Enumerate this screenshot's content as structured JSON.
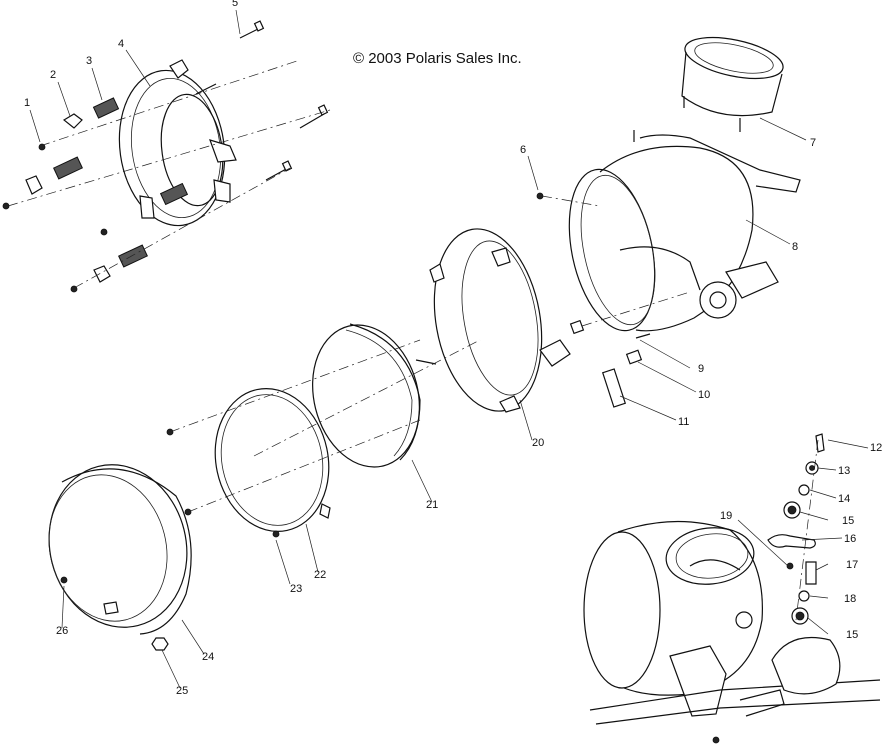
{
  "copyright": "© 2003 Polaris Sales Inc.",
  "callouts": {
    "c1": "1",
    "c2": "2",
    "c3": "3",
    "c4": "4",
    "c5": "5",
    "c6": "6",
    "c7": "7",
    "c8": "8",
    "c9": "9",
    "c10": "10",
    "c11": "11",
    "c12": "12",
    "c13": "13",
    "c14": "14",
    "c15a": "15",
    "c15b": "15",
    "c16": "16",
    "c17": "17",
    "c18": "18",
    "c19": "19",
    "c20": "20",
    "c21": "21",
    "c22": "22",
    "c23": "23",
    "c24": "24",
    "c25": "25",
    "c26": "26"
  }
}
